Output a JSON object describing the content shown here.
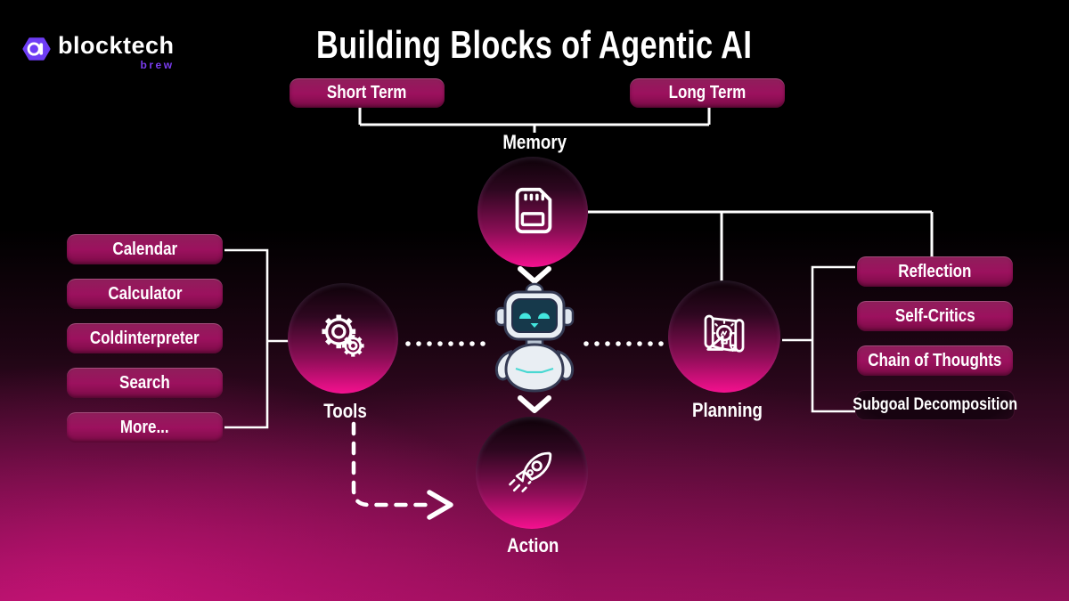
{
  "brand": {
    "name": "blocktech",
    "sub": "brew"
  },
  "header": {
    "title": "Building Blocks of Agentic AI"
  },
  "memory": {
    "label": "Memory",
    "short_term": "Short Term",
    "long_term": "Long Term"
  },
  "tools": {
    "label": "Tools",
    "items": [
      "Calendar",
      "Calculator",
      "Coldinterpreter",
      "Search",
      "More..."
    ]
  },
  "planning": {
    "label": "Planning",
    "items": [
      "Reflection",
      "Self-Critics",
      "Chain of Thoughts",
      "Subgoal Decomposition"
    ]
  },
  "action": {
    "label": "Action"
  },
  "icons": {
    "logo": "hexagon-logo-icon",
    "memory": "sd-card-icon",
    "tools": "gears-icon",
    "planning": "blueprint-icon",
    "action": "rocket-icon",
    "center": "robot-icon",
    "flow": "chevron-down-icon"
  },
  "colors": {
    "background_top": "#000000",
    "background_bottom": "#8f1158",
    "node_pink": "#f5108f",
    "pill_magenta": "#9c115e",
    "brand_purple": "#7a3cf0",
    "robot_cyan": "#43e6de",
    "line_white": "#ffffff"
  }
}
